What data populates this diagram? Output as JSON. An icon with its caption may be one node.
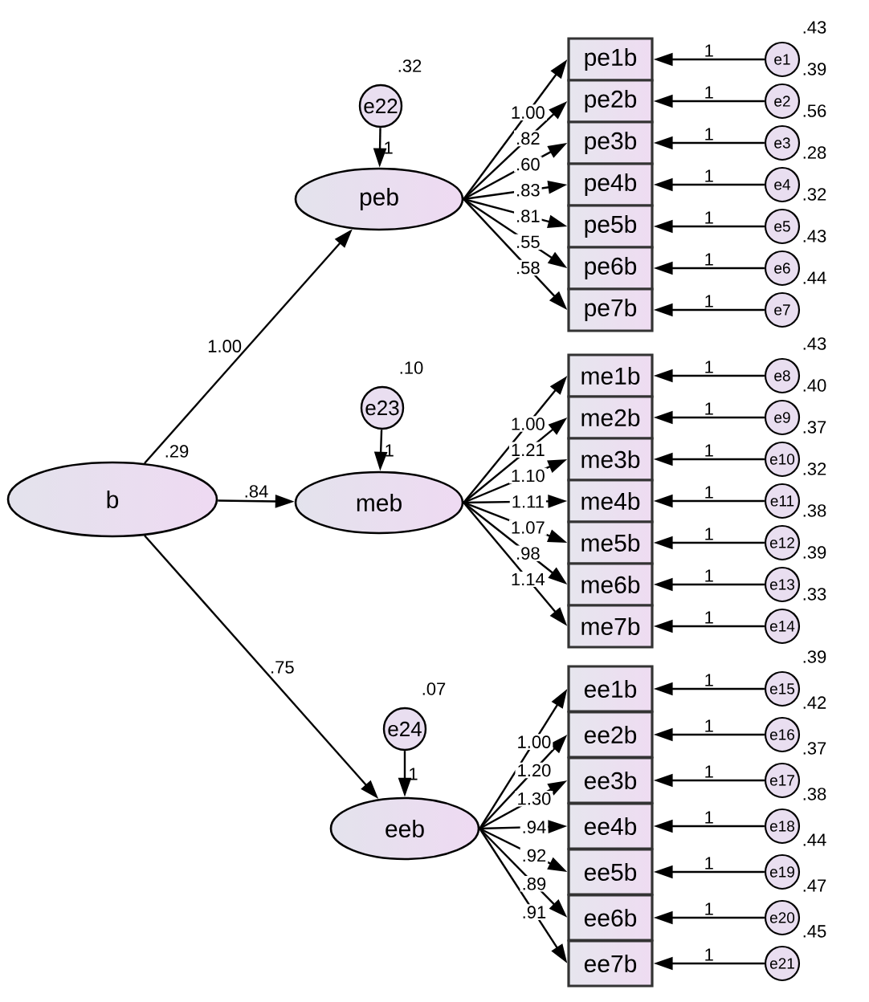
{
  "diagram": {
    "nodes": [
      {
        "text": [
          "b"
        ],
        "beside": [
          ".29"
        ]
      },
      {
        "text": [
          "peb"
        ]
      },
      {
        "text": [
          "e22"
        ],
        "beside": [
          ".32"
        ]
      },
      {
        "text": [
          "meb"
        ]
      },
      {
        "text": [
          "e23"
        ],
        "beside": [
          ".10"
        ]
      },
      {
        "text": [
          "eeb"
        ]
      },
      {
        "text": [
          "e24"
        ],
        "beside": [
          ".07"
        ]
      },
      {
        "text": [
          "pe1b"
        ]
      },
      {
        "text": [
          "pe2b"
        ]
      },
      {
        "text": [
          "pe3b"
        ]
      },
      {
        "text": [
          "pe4b"
        ]
      },
      {
        "text": [
          "pe5b"
        ]
      },
      {
        "text": [
          "pe6b"
        ]
      },
      {
        "text": [
          "pe7b"
        ]
      },
      {
        "text": [
          "me1b"
        ]
      },
      {
        "text": [
          "me2b"
        ]
      },
      {
        "text": [
          "me3b"
        ]
      },
      {
        "text": [
          "me4b"
        ]
      },
      {
        "text": [
          "me5b"
        ]
      },
      {
        "text": [
          "me6b"
        ]
      },
      {
        "text": [
          "me7b"
        ]
      },
      {
        "text": [
          "ee1b"
        ]
      },
      {
        "text": [
          "ee2b"
        ]
      },
      {
        "text": [
          "ee3b"
        ]
      },
      {
        "text": [
          "ee4b"
        ]
      },
      {
        "text": [
          "ee5b"
        ]
      },
      {
        "text": [
          "ee6b"
        ]
      },
      {
        "text": [
          "ee7b"
        ]
      },
      {
        "text": [
          "e1"
        ],
        "beside": [
          ".43"
        ]
      },
      {
        "text": [
          "e2"
        ],
        "beside": [
          ".39"
        ]
      },
      {
        "text": [
          "e3"
        ],
        "beside": [
          ".56"
        ]
      },
      {
        "text": [
          "e4"
        ],
        "beside": [
          ".28"
        ]
      },
      {
        "text": [
          "e5"
        ],
        "beside": [
          ".32"
        ]
      },
      {
        "text": [
          "e6"
        ],
        "beside": [
          ".43"
        ]
      },
      {
        "text": [
          "e7"
        ],
        "beside": [
          ".44"
        ]
      },
      {
        "text": [
          "e8"
        ],
        "beside": [
          ".43"
        ]
      },
      {
        "text": [
          "e9"
        ],
        "beside": [
          ".40"
        ]
      },
      {
        "text": [
          "e10"
        ],
        "beside": [
          ".37"
        ]
      },
      {
        "text": [
          "e11"
        ],
        "beside": [
          ".32"
        ]
      },
      {
        "text": [
          "e12"
        ],
        "beside": [
          ".38"
        ]
      },
      {
        "text": [
          "e13"
        ],
        "beside": [
          ".39"
        ]
      },
      {
        "text": [
          "e14"
        ],
        "beside": [
          ".33"
        ]
      },
      {
        "text": [
          "e15"
        ],
        "beside": [
          ".39"
        ]
      },
      {
        "text": [
          "e16"
        ],
        "beside": [
          ".42"
        ]
      },
      {
        "text": [
          "e17"
        ],
        "beside": [
          ".37"
        ]
      },
      {
        "text": [
          "e18"
        ],
        "beside": [
          ".38"
        ]
      },
      {
        "text": [
          "e19"
        ],
        "beside": [
          ".44"
        ]
      },
      {
        "text": [
          "e20"
        ],
        "beside": [
          ".47"
        ]
      },
      {
        "text": [
          "e21"
        ],
        "beside": [
          ".45"
        ]
      }
    ],
    "edges": [
      {
        "from": 0,
        "to": 1,
        "arrow": "to",
        "label": "1.00"
      },
      {
        "from": 0,
        "to": 3,
        "arrow": "to",
        "label": ".84"
      },
      {
        "from": 0,
        "to": 5,
        "arrow": "to",
        "label": ".75"
      },
      {
        "from": 2,
        "to": 1,
        "arrow": "to",
        "label": "1"
      },
      {
        "from": 4,
        "to": 3,
        "arrow": "to",
        "label": "1"
      },
      {
        "from": 6,
        "to": 5,
        "arrow": "to",
        "label": "1"
      },
      {
        "from": 1,
        "to": 7,
        "arrow": "to",
        "label": "1.00"
      },
      {
        "from": 1,
        "to": 8,
        "arrow": "to",
        "label": ".82"
      },
      {
        "from": 1,
        "to": 9,
        "arrow": "to",
        "label": ".60"
      },
      {
        "from": 1,
        "to": 10,
        "arrow": "to",
        "label": ".83"
      },
      {
        "from": 1,
        "to": 11,
        "arrow": "to",
        "label": ".81"
      },
      {
        "from": 1,
        "to": 12,
        "arrow": "to",
        "label": ".55"
      },
      {
        "from": 1,
        "to": 13,
        "arrow": "to",
        "label": ".58"
      },
      {
        "from": 3,
        "to": 14,
        "arrow": "to",
        "label": "1.00"
      },
      {
        "from": 3,
        "to": 15,
        "arrow": "to",
        "label": "1.21"
      },
      {
        "from": 3,
        "to": 16,
        "arrow": "to",
        "label": "1.10"
      },
      {
        "from": 3,
        "to": 17,
        "arrow": "to",
        "label": "1.11"
      },
      {
        "from": 3,
        "to": 18,
        "arrow": "to",
        "label": "1.07"
      },
      {
        "from": 3,
        "to": 19,
        "arrow": "to",
        "label": ".98"
      },
      {
        "from": 3,
        "to": 20,
        "arrow": "to",
        "label": "1.14"
      },
      {
        "from": 5,
        "to": 21,
        "arrow": "to",
        "label": "1.00"
      },
      {
        "from": 5,
        "to": 22,
        "arrow": "to",
        "label": "1.20"
      },
      {
        "from": 5,
        "to": 23,
        "arrow": "to",
        "label": "1.30"
      },
      {
        "from": 5,
        "to": 24,
        "arrow": "to",
        "label": ".94"
      },
      {
        "from": 5,
        "to": 25,
        "arrow": "to",
        "label": ".92"
      },
      {
        "from": 5,
        "to": 26,
        "arrow": "to",
        "label": ".89"
      },
      {
        "from": 5,
        "to": 27,
        "arrow": "to",
        "label": ".91"
      },
      {
        "from": 28,
        "to": 7,
        "arrow": "to",
        "label": "1"
      },
      {
        "from": 29,
        "to": 8,
        "arrow": "to",
        "label": "1"
      },
      {
        "from": 30,
        "to": 9,
        "arrow": "to",
        "label": "1"
      },
      {
        "from": 31,
        "to": 10,
        "arrow": "to",
        "label": "1"
      },
      {
        "from": 32,
        "to": 11,
        "arrow": "to",
        "label": "1"
      },
      {
        "from": 33,
        "to": 12,
        "arrow": "to",
        "label": "1"
      },
      {
        "from": 34,
        "to": 13,
        "arrow": "to",
        "label": "1"
      },
      {
        "from": 35,
        "to": 14,
        "arrow": "to",
        "label": "1"
      },
      {
        "from": 36,
        "to": 15,
        "arrow": "to",
        "label": "1"
      },
      {
        "from": 37,
        "to": 16,
        "arrow": "to",
        "label": "1"
      },
      {
        "from": 38,
        "to": 17,
        "arrow": "to",
        "label": "1"
      },
      {
        "from": 39,
        "to": 18,
        "arrow": "to",
        "label": "1"
      },
      {
        "from": 40,
        "to": 19,
        "arrow": "to",
        "label": "1"
      },
      {
        "from": 41,
        "to": 20,
        "arrow": "to",
        "label": "1"
      },
      {
        "from": 42,
        "to": 21,
        "arrow": "to",
        "label": "1"
      },
      {
        "from": 43,
        "to": 22,
        "arrow": "to",
        "label": "1"
      },
      {
        "from": 44,
        "to": 23,
        "arrow": "to",
        "label": "1"
      },
      {
        "from": 45,
        "to": 24,
        "arrow": "to",
        "label": "1"
      },
      {
        "from": 46,
        "to": 25,
        "arrow": "to",
        "label": "1"
      },
      {
        "from": 47,
        "to": 26,
        "arrow": "to",
        "label": "1"
      },
      {
        "from": 48,
        "to": 27,
        "arrow": "to",
        "label": "1"
      }
    ]
  }
}
